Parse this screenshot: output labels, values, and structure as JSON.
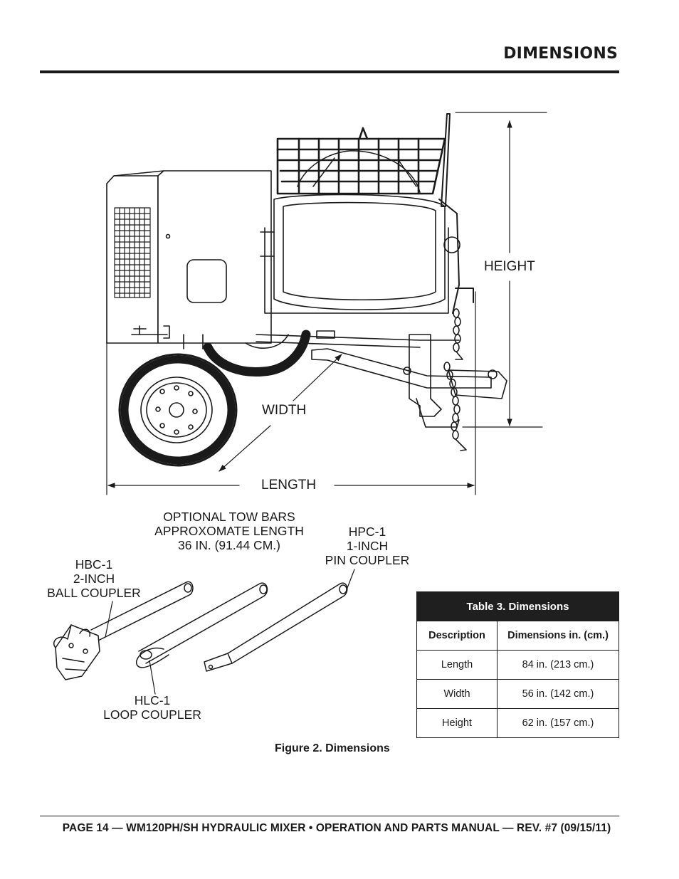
{
  "header": {
    "title": "DIMENSIONS"
  },
  "figure": {
    "labels": {
      "height": "HEIGHT",
      "width": "WIDTH",
      "length": "LENGTH",
      "tow_bars_line1": "OPTIONAL TOW BARS",
      "tow_bars_line2": "APPROXOMATE LENGTH",
      "tow_bars_line3": "36 IN. (91.44 CM.)",
      "hpc_line1": "HPC-1",
      "hpc_line2": "1-INCH",
      "hpc_line3": "PIN COUPLER",
      "hbc_line1": "HBC-1",
      "hbc_line2": "2-INCH",
      "hbc_line3": "BALL COUPLER",
      "hlc_line1": "HLC-1",
      "hlc_line2": "LOOP COUPLER"
    },
    "caption": "Figure 2. Dimensions"
  },
  "table": {
    "caption": "Table 3. Dimensions",
    "headers": {
      "description": "Description",
      "dimensions": "Dimensions in. (cm.)"
    },
    "rows": [
      {
        "description": "Length",
        "value": "84 in. (213 cm.)"
      },
      {
        "description": "Width",
        "value": "56 in. (142 cm.)"
      },
      {
        "description": "Height",
        "value": "62 in. (157 cm.)"
      }
    ]
  },
  "footer": {
    "text": "PAGE 14 — WM120PH/SH HYDRAULIC MIXER • OPERATION AND PARTS MANUAL — REV. #7 (09/15/11)"
  }
}
